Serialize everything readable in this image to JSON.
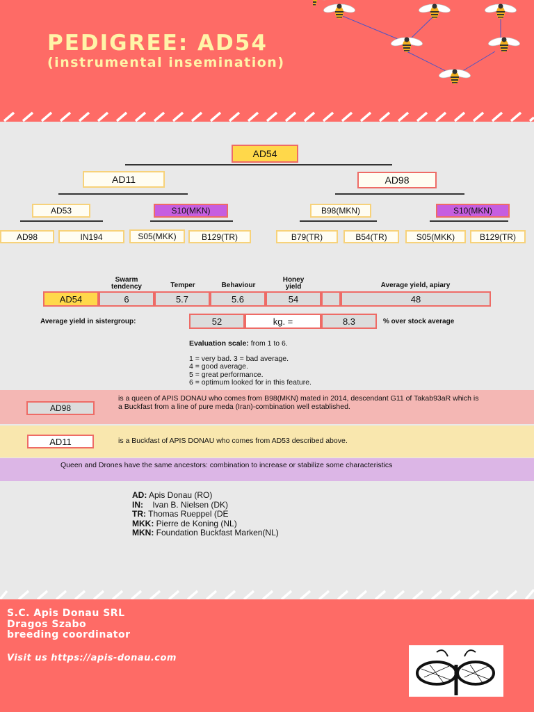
{
  "header": {
    "title": "PEDIGREE: AD54",
    "subtitle": "(instrumental insemination)"
  },
  "colors": {
    "coral": "#fe6b66",
    "yellow": "#ffd84a",
    "violet": "#c65ee0",
    "cream": "#fff4a8"
  },
  "pedigree": {
    "root": "AD54",
    "parents": [
      "AD11",
      "AD98"
    ],
    "grandparents": [
      "AD53",
      "S10(MKN)",
      "B98(MKN)",
      "S10(MKN)"
    ],
    "great_grandparents": [
      "AD98",
      "IN194",
      "S05(MKK)",
      "B129(TR)",
      "B79(TR)",
      "B54(TR)",
      "S05(MKK)",
      "B129(TR)"
    ]
  },
  "evaluation_table": {
    "headers": [
      "Swarm\ntendency",
      "Temper",
      "Behaviour",
      "Honey\nyield",
      "Average yield, apiary"
    ],
    "row_name": "AD54",
    "values": [
      "6",
      "5.7",
      "5.6",
      "54",
      "48"
    ],
    "sister_label": "Average yield in sistergroup:",
    "sister_value": "52",
    "unit": "kg. =",
    "percent": "8.3",
    "percent_label": "% over stock average"
  },
  "scale": {
    "title": "Evaluation scale:",
    "range": " from 1 to 6.",
    "lines": [
      "1 = very bad. 3 = bad average.",
      "4 = good average.",
      "5 = great performance.",
      "6 = optimum looked for in this feature."
    ]
  },
  "notes": [
    {
      "tag": "AD98",
      "text": "is a queen of APIS DONAU who comes from B98(MKN) mated in 2014, descendant G11 of Takab93aR which is a Buckfast from a line of pure meda (Iran)-combination well established."
    },
    {
      "tag": "AD11",
      "text": "is a Buckfast of APIS DONAU who comes from AD53 described above."
    }
  ],
  "violet_note": "Queen and Drones have the same ancestors: combination to increase or stabilize some characteristics",
  "legend": [
    {
      "code": "AD:",
      "name": " Apis Donau (RO)"
    },
    {
      "code": "IN:",
      "name": "    Ivan B. Nielsen (DK)"
    },
    {
      "code": "TR:",
      "name": " Thomas Rueppel (DE"
    },
    {
      "code": "MKK:",
      "name": " Pierre de Koning (NL)"
    },
    {
      "code": "MKN:",
      "name": " Foundation Buckfast Marken(NL)"
    }
  ],
  "footer": {
    "company": "S.C. Apis Donau SRL",
    "person": "Dragos Szabo",
    "role": "breeding coordinator",
    "visit": "Visit us https://apis-donau.com"
  }
}
